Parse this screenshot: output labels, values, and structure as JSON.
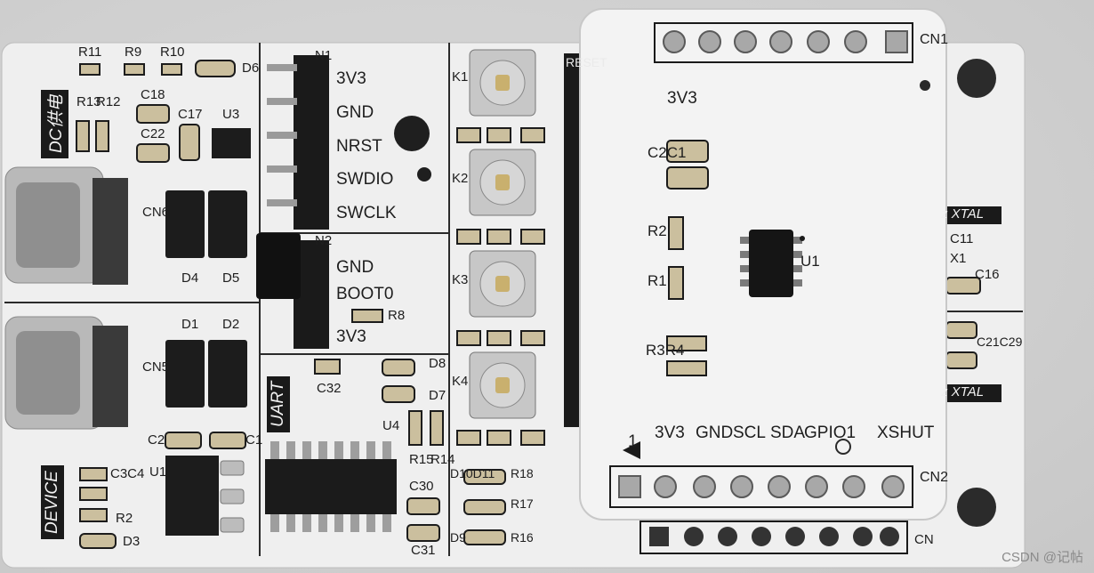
{
  "board": {
    "header_swd": [
      "3V3",
      "GND",
      "NRST",
      "SWDIO",
      "SWCLK"
    ],
    "header_boot": [
      "GND",
      "BOOT0",
      "3V3"
    ],
    "badges": {
      "dc": "DC供电",
      "device": "DEVICE",
      "uart": "UART"
    },
    "refs": {
      "r11": "R11",
      "r9": "R9",
      "r10": "R10",
      "r13": "R13",
      "r12": "R12",
      "c18": "C18",
      "c17": "C17",
      "u3": "U3",
      "c22": "C22",
      "cn6": "CN6",
      "d4": "D4",
      "d5": "D5",
      "d6": "D6",
      "d1": "D1",
      "d2": "D2",
      "cn5": "CN5",
      "c2": "C2",
      "c1": "C1",
      "u1": "U1",
      "c3c4": "C3C4",
      "r2": "R2",
      "d3": "D3",
      "n1": "N1",
      "n2": "N2",
      "r8": "R8",
      "c32": "C32",
      "u4": "U4",
      "d8": "D8",
      "d7": "D7",
      "r15": "R15",
      "r14": "R14",
      "c30": "C30",
      "c31": "C31",
      "k1": "K1",
      "k2": "K2",
      "k3": "K3",
      "k4": "K4",
      "d10d11": "D10D11",
      "r18": "R18",
      "r17": "R17",
      "d9": "D9",
      "r16": "R16",
      "reset": "RESET",
      "xtal_a": "z XTAL",
      "xtal_b": "z XTAL",
      "c11": "C11",
      "x1": "X1",
      "c16": "C16",
      "c21c29": "C21C29",
      "cn_bottom": "CN"
    }
  },
  "module": {
    "cn1": "CN1",
    "v3v3": "3V3",
    "c2c1": "C2C1",
    "r2": "R2",
    "r1": "R1",
    "r3r4": "R3R4",
    "u1": "U1",
    "pin1": "1",
    "cn2": "CN2",
    "pins": [
      "3V3",
      "GND",
      "SCL",
      "SDA",
      "GPIO1",
      "XSHUT"
    ]
  },
  "watermark": "CSDN @记帖"
}
